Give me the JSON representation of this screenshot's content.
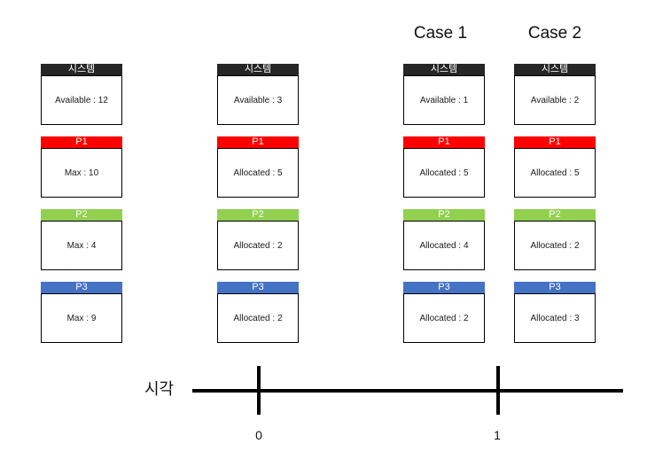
{
  "colors": {
    "system": "#262626",
    "p1": "#FF0000",
    "p2": "#92D050",
    "p3": "#4472C4",
    "header_text": "#FFFFFF",
    "line": "#000000"
  },
  "case_titles": [
    {
      "label": "Case 1"
    },
    {
      "label": "Case 2"
    }
  ],
  "columns": [
    {
      "boxes": [
        {
          "header": "시스템",
          "value": "Available : 12"
        },
        {
          "header": "P1",
          "value": "Max : 10"
        },
        {
          "header": "P2",
          "value": "Max : 4"
        },
        {
          "header": "P3",
          "value": "Max : 9"
        }
      ]
    },
    {
      "boxes": [
        {
          "header": "시스템",
          "value": "Available : 3"
        },
        {
          "header": "P1",
          "value": "Allocated : 5"
        },
        {
          "header": "P2",
          "value": "Allocated : 2"
        },
        {
          "header": "P3",
          "value": "Allocated : 2"
        }
      ]
    },
    {
      "boxes": [
        {
          "header": "시스템",
          "value": "Available : 1"
        },
        {
          "header": "P1",
          "value": "Allocated : 5"
        },
        {
          "header": "P2",
          "value": "Allocated : 4"
        },
        {
          "header": "P3",
          "value": "Allocated : 2"
        }
      ]
    },
    {
      "boxes": [
        {
          "header": "시스템",
          "value": "Available : 2"
        },
        {
          "header": "P1",
          "value": "Allocated : 5"
        },
        {
          "header": "P2",
          "value": "Allocated : 2"
        },
        {
          "header": "P3",
          "value": "Allocated : 3"
        }
      ]
    }
  ],
  "timeline": {
    "axis_label": "시각",
    "tick_labels": [
      "0",
      "1"
    ]
  }
}
